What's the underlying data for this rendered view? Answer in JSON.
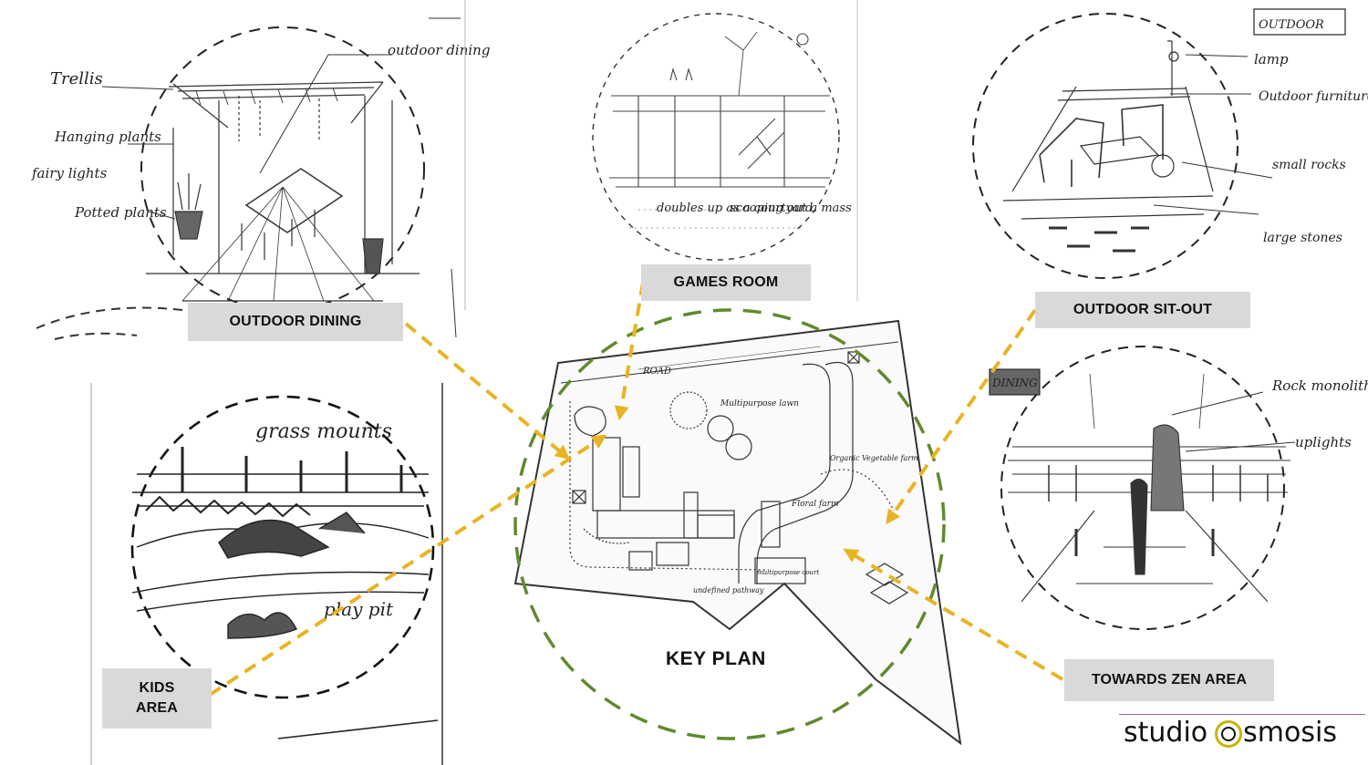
{
  "labels": {
    "outdoor_dining": "OUTDOOR DINING",
    "games_room": "GAMES ROOM",
    "outdoor_sit_out": "OUTDOOR SIT-OUT",
    "kids_area": "KIDS AREA",
    "towards_zen_area": "TOWARDS ZEN AREA",
    "key_plan": "KEY PLAN"
  },
  "sketch_notes": {
    "dining": [
      "Trellis",
      "outdoor dining",
      "Hanging plants",
      "fairy lights",
      "Potted plants"
    ],
    "games": [
      "doubles up as a courtyard",
      "scooping out a mass"
    ],
    "sitout": [
      "OUTDOOR",
      "lamp",
      "Outdoor furniture",
      "small rocks",
      "large stones"
    ],
    "kids": [
      "grass mounts",
      "play pit"
    ],
    "zen": [
      "DINING",
      "Rock monolith",
      "uplights"
    ],
    "plan": [
      "ROAD",
      "Multipurpose lawn",
      "Organic Vegetable farm",
      "Floral farm",
      "multipurpose court",
      "undefined pathway"
    ]
  },
  "brand": {
    "before": "studio",
    "after": "smosis"
  },
  "colors": {
    "arrow": "#e8b424",
    "circle": "#5f8a2d",
    "label_bg": "#d9d9d9",
    "brand_ring": "#c9b500"
  }
}
